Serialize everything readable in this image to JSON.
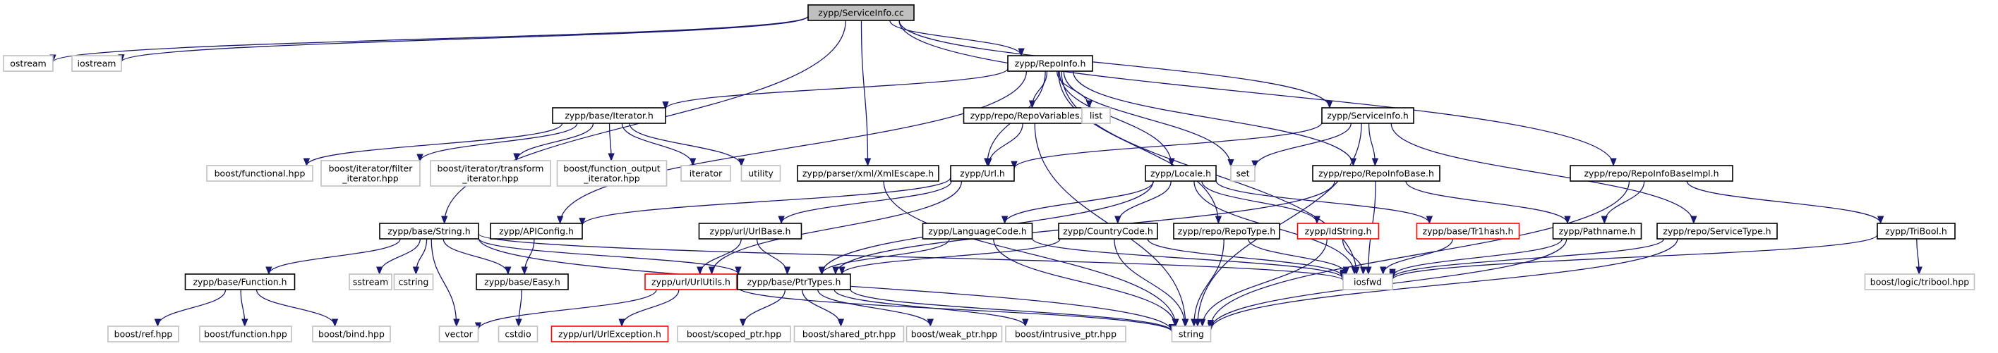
{
  "diagram": {
    "root": "zypp/ServiceInfo.cc",
    "colors": {
      "edge": "#191970",
      "normal_border": "#000000",
      "external_border": "#bfbfbf",
      "missing_border": "#ff0000",
      "root_fill": "#bfbfbf",
      "normal_fill": "#ffffff",
      "normal_text": "#000000",
      "external_text": "#000000"
    },
    "nodes": {
      "root": {
        "label": "zypp/ServiceInfo.cc",
        "kind": "root"
      },
      "ostream": {
        "label": "ostream",
        "kind": "external"
      },
      "iostream": {
        "label": "iostream",
        "kind": "external"
      },
      "repoinfo_h": {
        "label": "zypp/RepoInfo.h",
        "kind": "normal"
      },
      "iterator_h": {
        "label": "zypp/base/Iterator.h",
        "kind": "normal"
      },
      "repovariables_h": {
        "label": "zypp/repo/RepoVariables.h",
        "kind": "normal"
      },
      "list": {
        "label": "list",
        "kind": "external"
      },
      "serviceinfo_h": {
        "label": "zypp/ServiceInfo.h",
        "kind": "normal"
      },
      "repoinfobaseimpl_h": {
        "label": "zypp/repo/RepoInfoBaseImpl.h",
        "kind": "normal"
      },
      "boost_functional": {
        "label": "boost/functional.hpp",
        "kind": "external"
      },
      "boost_iterator_filter": {
        "label": "boost/iterator/filter\n_iterator.hpp",
        "kind": "external"
      },
      "boost_iterator_transform": {
        "label": "boost/iterator/transform\n_iterator.hpp",
        "kind": "external"
      },
      "boost_function_output": {
        "label": "boost/function_output\n_iterator.hpp",
        "kind": "external"
      },
      "iterator": {
        "label": "iterator",
        "kind": "external"
      },
      "utility": {
        "label": "utility",
        "kind": "external"
      },
      "xmlescape_h": {
        "label": "zypp/parser/xml/XmlEscape.h",
        "kind": "normal"
      },
      "url_h": {
        "label": "zypp/Url.h",
        "kind": "normal"
      },
      "locale_h": {
        "label": "zypp/Locale.h",
        "kind": "normal"
      },
      "set": {
        "label": "set",
        "kind": "external"
      },
      "repoinfobase_h": {
        "label": "zypp/repo/RepoInfoBase.h",
        "kind": "normal"
      },
      "string_h": {
        "label": "zypp/base/String.h",
        "kind": "normal"
      },
      "apiconfig_h": {
        "label": "zypp/APIConfig.h",
        "kind": "normal"
      },
      "urlbase_h": {
        "label": "zypp/url/UrlBase.h",
        "kind": "normal"
      },
      "languagecode_h": {
        "label": "zypp/LanguageCode.h",
        "kind": "normal"
      },
      "countrycode_h": {
        "label": "zypp/CountryCode.h",
        "kind": "normal"
      },
      "repotype_h": {
        "label": "zypp/repo/RepoType.h",
        "kind": "normal"
      },
      "idstring_h": {
        "label": "zypp/IdString.h",
        "kind": "missing"
      },
      "tr1hash_h": {
        "label": "zypp/base/Tr1hash.h",
        "kind": "missing"
      },
      "pathname_h": {
        "label": "zypp/Pathname.h",
        "kind": "normal"
      },
      "servicetype_h": {
        "label": "zypp/repo/ServiceType.h",
        "kind": "normal"
      },
      "tribool_h": {
        "label": "zypp/TriBool.h",
        "kind": "normal"
      },
      "function_h": {
        "label": "zypp/base/Function.h",
        "kind": "normal"
      },
      "sstream": {
        "label": "sstream",
        "kind": "external"
      },
      "cstring": {
        "label": "cstring",
        "kind": "external"
      },
      "easy_h": {
        "label": "zypp/base/Easy.h",
        "kind": "normal"
      },
      "urlutils_h": {
        "label": "zypp/url/UrlUtils.h",
        "kind": "missing"
      },
      "ptrtypes_h": {
        "label": "zypp/base/PtrTypes.h",
        "kind": "normal"
      },
      "iosfwd": {
        "label": "iosfwd",
        "kind": "external"
      },
      "boost_logic_tribool": {
        "label": "boost/logic/tribool.hpp",
        "kind": "external"
      },
      "boost_ref": {
        "label": "boost/ref.hpp",
        "kind": "external"
      },
      "boost_function": {
        "label": "boost/function.hpp",
        "kind": "external"
      },
      "boost_bind": {
        "label": "boost/bind.hpp",
        "kind": "external"
      },
      "vector": {
        "label": "vector",
        "kind": "external"
      },
      "cstdio": {
        "label": "cstdio",
        "kind": "external"
      },
      "urlexception_h": {
        "label": "zypp/url/UrlException.h",
        "kind": "missing"
      },
      "boost_scoped_ptr": {
        "label": "boost/scoped_ptr.hpp",
        "kind": "external"
      },
      "boost_shared_ptr": {
        "label": "boost/shared_ptr.hpp",
        "kind": "external"
      },
      "boost_weak_ptr": {
        "label": "boost/weak_ptr.hpp",
        "kind": "external"
      },
      "boost_intrusive_ptr": {
        "label": "boost/intrusive_ptr.hpp",
        "kind": "external"
      },
      "string": {
        "label": "string",
        "kind": "external"
      }
    },
    "edges": [
      [
        "root",
        "ostream"
      ],
      [
        "root",
        "iostream"
      ],
      [
        "root",
        "repoinfo_h"
      ],
      [
        "root",
        "xmlescape_h"
      ],
      [
        "root",
        "serviceinfo_h"
      ],
      [
        "root",
        "repoinfobaseimpl_h"
      ],
      [
        "root",
        "string_h"
      ],
      [
        "repoinfo_h",
        "iterator_h"
      ],
      [
        "repoinfo_h",
        "repovariables_h"
      ],
      [
        "repoinfo_h",
        "list"
      ],
      [
        "repoinfo_h",
        "url_h"
      ],
      [
        "repoinfo_h",
        "locale_h"
      ],
      [
        "repoinfo_h",
        "set"
      ],
      [
        "repoinfo_h",
        "repoinfobase_h"
      ],
      [
        "repoinfo_h",
        "repotype_h"
      ],
      [
        "repoinfo_h",
        "iosfwd"
      ],
      [
        "repoinfo_h",
        "apiconfig_h"
      ],
      [
        "iterator_h",
        "boost_functional"
      ],
      [
        "iterator_h",
        "boost_iterator_filter"
      ],
      [
        "iterator_h",
        "boost_iterator_transform"
      ],
      [
        "iterator_h",
        "boost_function_output"
      ],
      [
        "iterator_h",
        "iterator"
      ],
      [
        "iterator_h",
        "utility"
      ],
      [
        "repovariables_h",
        "url_h"
      ],
      [
        "repovariables_h",
        "string"
      ],
      [
        "serviceinfo_h",
        "url_h"
      ],
      [
        "serviceinfo_h",
        "set"
      ],
      [
        "serviceinfo_h",
        "repoinfobase_h"
      ],
      [
        "serviceinfo_h",
        "servicetype_h"
      ],
      [
        "serviceinfo_h",
        "string"
      ],
      [
        "repoinfobaseimpl_h",
        "pathname_h"
      ],
      [
        "repoinfobaseimpl_h",
        "tribool_h"
      ],
      [
        "repoinfobaseimpl_h",
        "string"
      ],
      [
        "xmlescape_h",
        "string"
      ],
      [
        "url_h",
        "urlbase_h"
      ],
      [
        "url_h",
        "urlutils_h"
      ],
      [
        "url_h",
        "apiconfig_h"
      ],
      [
        "locale_h",
        "languagecode_h"
      ],
      [
        "locale_h",
        "countrycode_h"
      ],
      [
        "locale_h",
        "idstring_h"
      ],
      [
        "locale_h",
        "tr1hash_h"
      ],
      [
        "locale_h",
        "ptrtypes_h"
      ],
      [
        "locale_h",
        "iosfwd"
      ],
      [
        "repoinfobase_h",
        "pathname_h"
      ],
      [
        "repoinfobase_h",
        "ptrtypes_h"
      ],
      [
        "repoinfobase_h",
        "iosfwd"
      ],
      [
        "string_h",
        "function_h"
      ],
      [
        "string_h",
        "sstream"
      ],
      [
        "string_h",
        "cstring"
      ],
      [
        "string_h",
        "easy_h"
      ],
      [
        "string_h",
        "vector"
      ],
      [
        "string_h",
        "ptrtypes_h"
      ],
      [
        "string_h",
        "iosfwd"
      ],
      [
        "string_h",
        "string"
      ],
      [
        "apiconfig_h",
        "easy_h"
      ],
      [
        "urlbase_h",
        "urlutils_h"
      ],
      [
        "urlbase_h",
        "ptrtypes_h"
      ],
      [
        "languagecode_h",
        "ptrtypes_h"
      ],
      [
        "languagecode_h",
        "iosfwd"
      ],
      [
        "languagecode_h",
        "string"
      ],
      [
        "countrycode_h",
        "ptrtypes_h"
      ],
      [
        "countrycode_h",
        "iosfwd"
      ],
      [
        "countrycode_h",
        "string"
      ],
      [
        "repotype_h",
        "iosfwd"
      ],
      [
        "repotype_h",
        "string"
      ],
      [
        "idstring_h",
        "iosfwd"
      ],
      [
        "idstring_h",
        "string"
      ],
      [
        "tr1hash_h",
        "iosfwd"
      ],
      [
        "pathname_h",
        "iosfwd"
      ],
      [
        "pathname_h",
        "string"
      ],
      [
        "servicetype_h",
        "iosfwd"
      ],
      [
        "servicetype_h",
        "string"
      ],
      [
        "tribool_h",
        "iosfwd"
      ],
      [
        "tribool_h",
        "boost_logic_tribool"
      ],
      [
        "function_h",
        "boost_ref"
      ],
      [
        "function_h",
        "boost_function"
      ],
      [
        "function_h",
        "boost_bind"
      ],
      [
        "easy_h",
        "cstdio"
      ],
      [
        "urlutils_h",
        "vector"
      ],
      [
        "urlutils_h",
        "urlexception_h"
      ],
      [
        "urlutils_h",
        "string"
      ],
      [
        "ptrtypes_h",
        "boost_scoped_ptr"
      ],
      [
        "ptrtypes_h",
        "boost_shared_ptr"
      ],
      [
        "ptrtypes_h",
        "boost_weak_ptr"
      ],
      [
        "ptrtypes_h",
        "boost_intrusive_ptr"
      ],
      [
        "ptrtypes_h",
        "string"
      ]
    ]
  }
}
